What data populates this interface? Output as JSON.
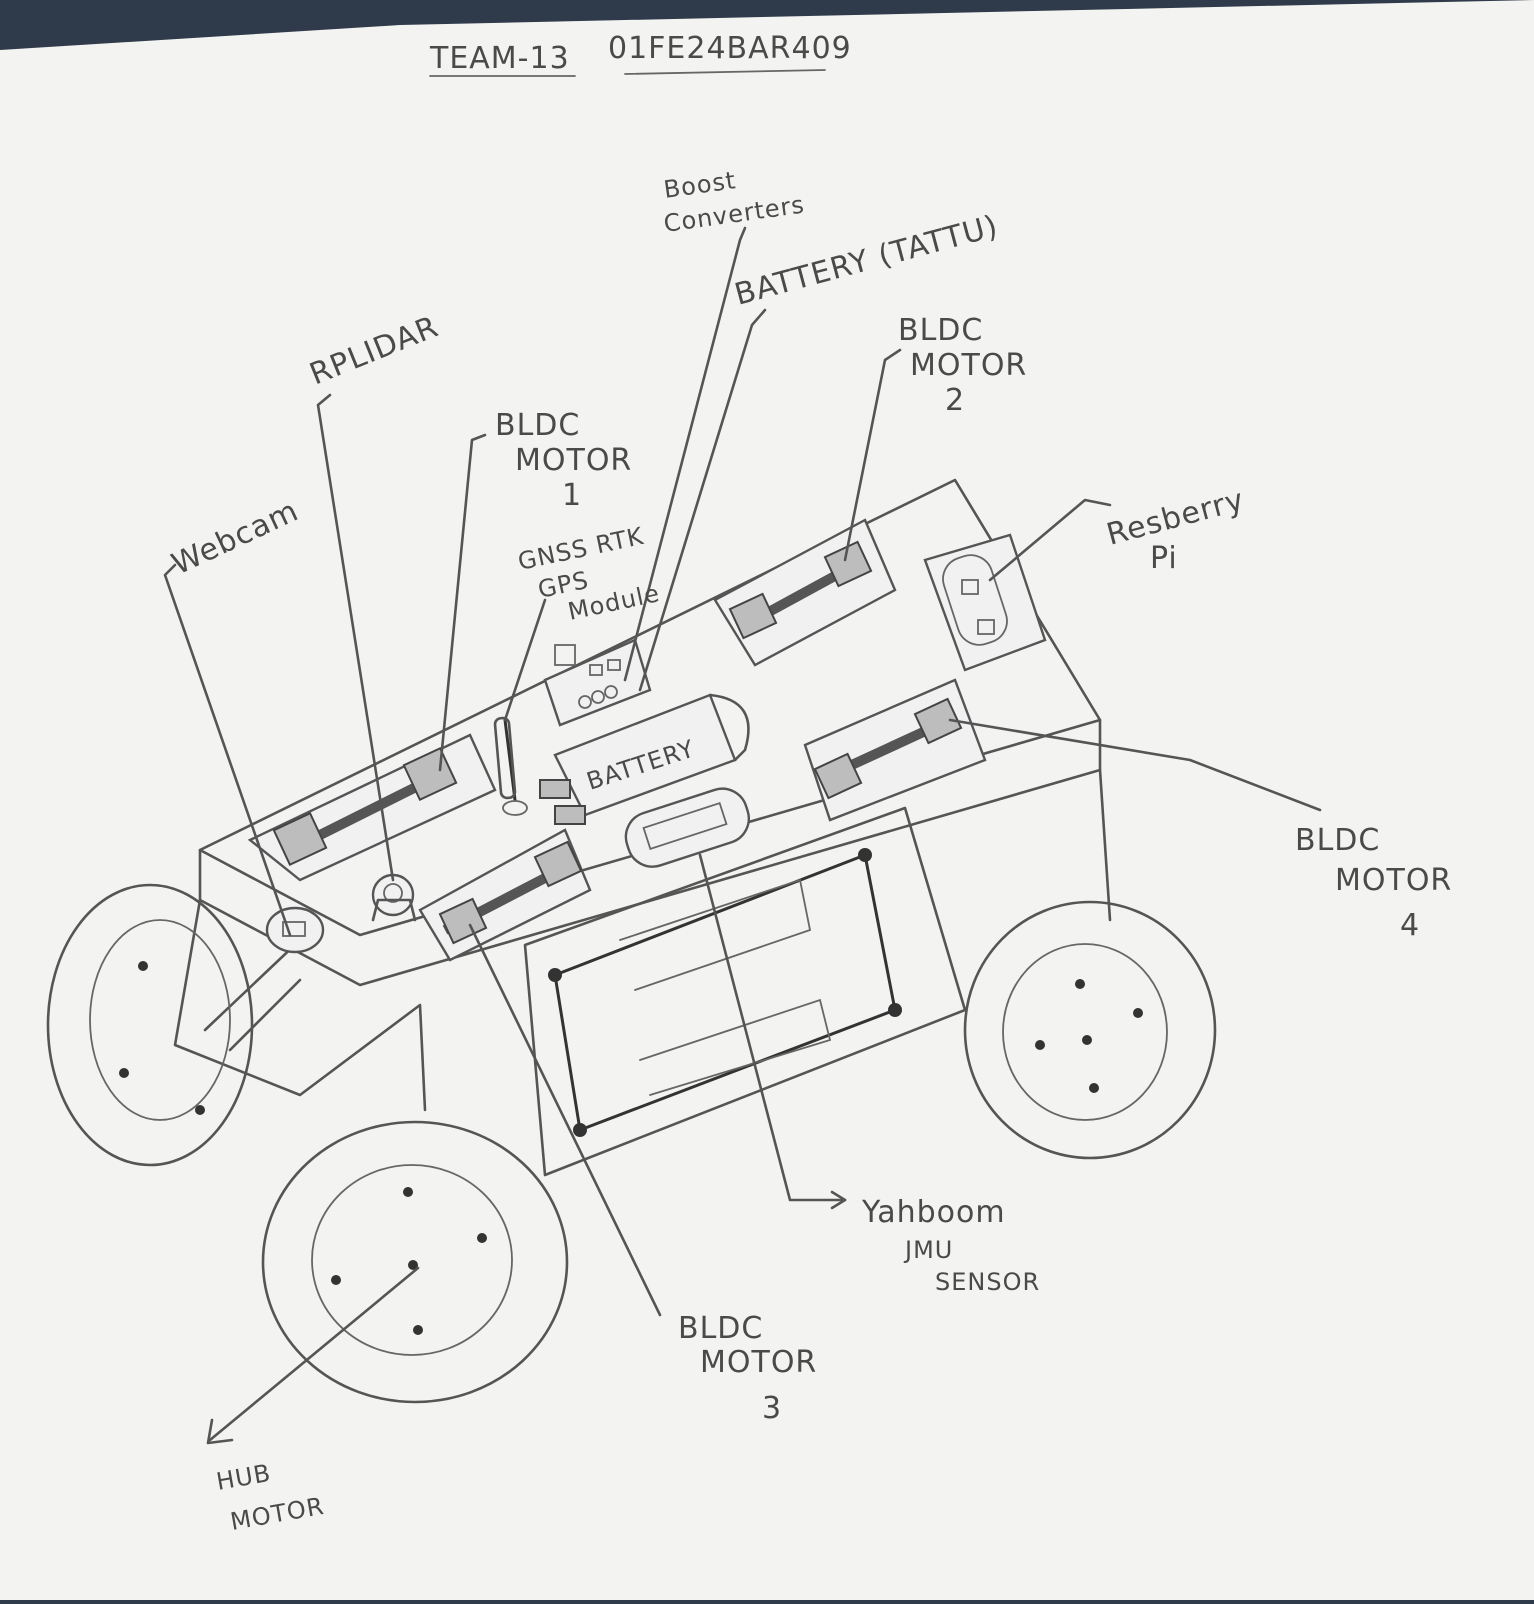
{
  "header": {
    "team": "TEAM-13",
    "code": "01FE24BAR409"
  },
  "labels": {
    "boost": [
      "Boost",
      "Converters"
    ],
    "battery_tattu": "BATTERY (TATTU)",
    "rplidar": "RPLIDAR",
    "bldc1": [
      "BLDC",
      "MOTOR",
      "1"
    ],
    "bldc2": [
      "BLDC",
      "MOTOR",
      "2"
    ],
    "bldc3": [
      "BLDC",
      "MOTOR",
      "3"
    ],
    "bldc4": [
      "BLDC",
      "MOTOR",
      "4"
    ],
    "webcam": "Webcam",
    "gnss": [
      "GNSS RTK",
      "GPS",
      "Module"
    ],
    "raspberry": [
      "Resberry",
      "Pi"
    ],
    "battery_body": "BATTERY",
    "imu": [
      "Yahboom",
      "JMU",
      "SENSOR"
    ],
    "hub": [
      "HUB",
      "MOTOR"
    ]
  },
  "colors": {
    "paper": "#f3f3f1",
    "pencil": "#555555",
    "background": "#2f3a4a"
  }
}
